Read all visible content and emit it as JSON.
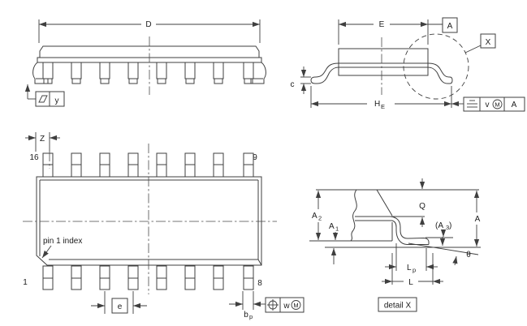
{
  "drawing": {
    "side_view": {
      "dim_d": "D",
      "datum_y": "y"
    },
    "end_view": {
      "dim_e": "E",
      "datum_a": "A",
      "dim_c": "c",
      "dim_he": {
        "base": "H",
        "sub": "E"
      },
      "detail_ref": "X",
      "tolerance_frame": {
        "symbol": "symmetry",
        "value": "v",
        "modifier": "M",
        "datum": "A"
      }
    },
    "top_view": {
      "dim_z": "Z",
      "pin_numbers": {
        "p16": "16",
        "p9": "9",
        "p1": "1",
        "p8": "8"
      },
      "pin1_index": "pin 1 index",
      "dim_pitch": "e",
      "dim_bp": {
        "base": "b",
        "sub": "p"
      },
      "tolerance_frame": {
        "symbol": "position",
        "value": "w",
        "modifier": "M"
      }
    },
    "detail_view": {
      "dim_a2": {
        "base": "A",
        "sub": "2"
      },
      "dim_a1": {
        "base": "A",
        "sub": "1"
      },
      "dim_q": "Q",
      "dim_a3": {
        "open": "(A",
        "sub": "3",
        "close": ")"
      },
      "dim_a": "A",
      "dim_theta": "θ",
      "dim_lp": {
        "base": "L",
        "sub": "p"
      },
      "dim_l": "L",
      "caption": "detail X"
    }
  }
}
